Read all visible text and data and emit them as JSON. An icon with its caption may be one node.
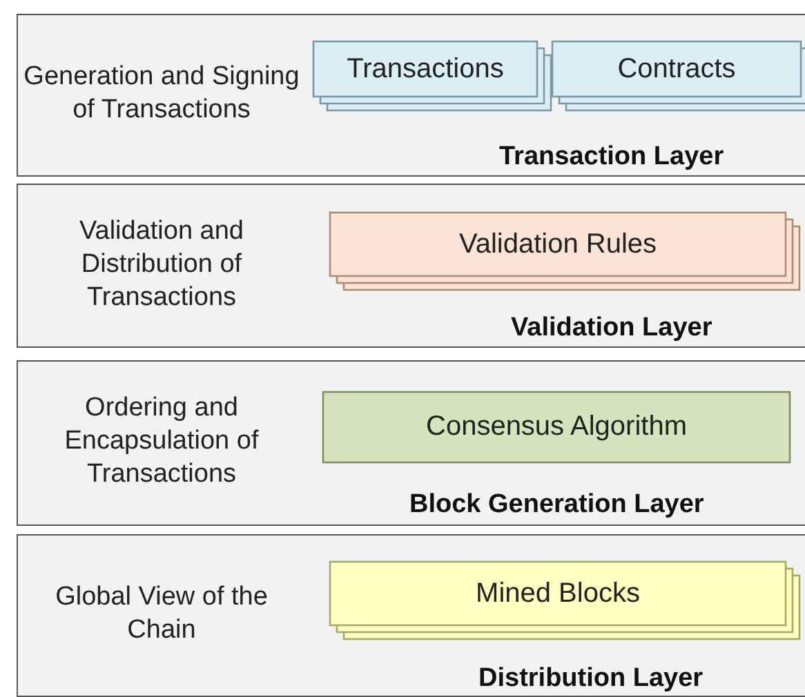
{
  "diagram": {
    "nodes": [
      {
        "text": [
          "Generation and Signing of Transactions",
          "Transaction Layer"
        ]
      },
      {
        "text": [
          "Transactions"
        ],
        "in": 0
      },
      {
        "text": [
          "Contracts"
        ],
        "in": 0
      },
      {
        "text": [
          "Validation and Distribution of Transactions",
          "Validation Layer"
        ]
      },
      {
        "text": [
          "Validation Rules"
        ],
        "in": 3
      },
      {
        "text": [
          "Ordering and Encapsulation of Transactions",
          "Block Generation Layer"
        ]
      },
      {
        "text": [
          "Consensus Algorithm"
        ],
        "in": 5
      },
      {
        "text": [
          "Global View of the Chain",
          "Distribution Layer"
        ]
      },
      {
        "text": [
          "Mined Blocks"
        ],
        "in": 7
      }
    ]
  }
}
